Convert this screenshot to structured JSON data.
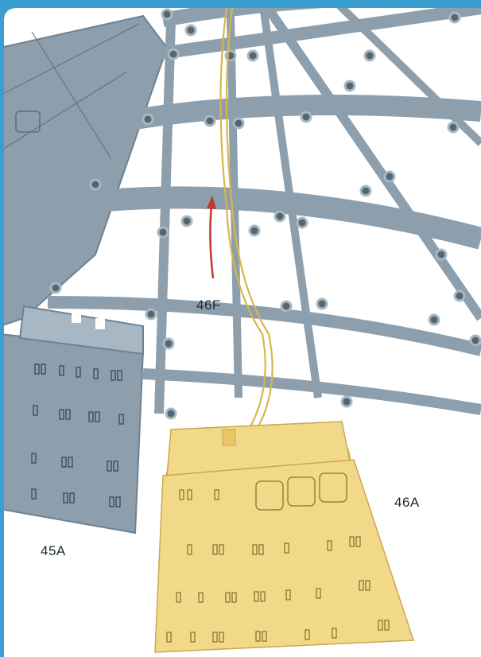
{
  "labels": {
    "part_46f": "46F",
    "part_46a": "46A",
    "part_45a": "45A"
  },
  "colors": {
    "frame": "#3a9fd0",
    "background": "#ffffff",
    "grey_part": "#8d9fad",
    "grey_part_dark": "#6f8290",
    "grey_part_light": "#a7b7c3",
    "yellow_part": "#f2d98a",
    "yellow_outline": "#c9a84c",
    "wire": "#d9b64a",
    "arrow": "#c0392b"
  },
  "icons": {
    "direction": "curved-arrow-icon"
  }
}
